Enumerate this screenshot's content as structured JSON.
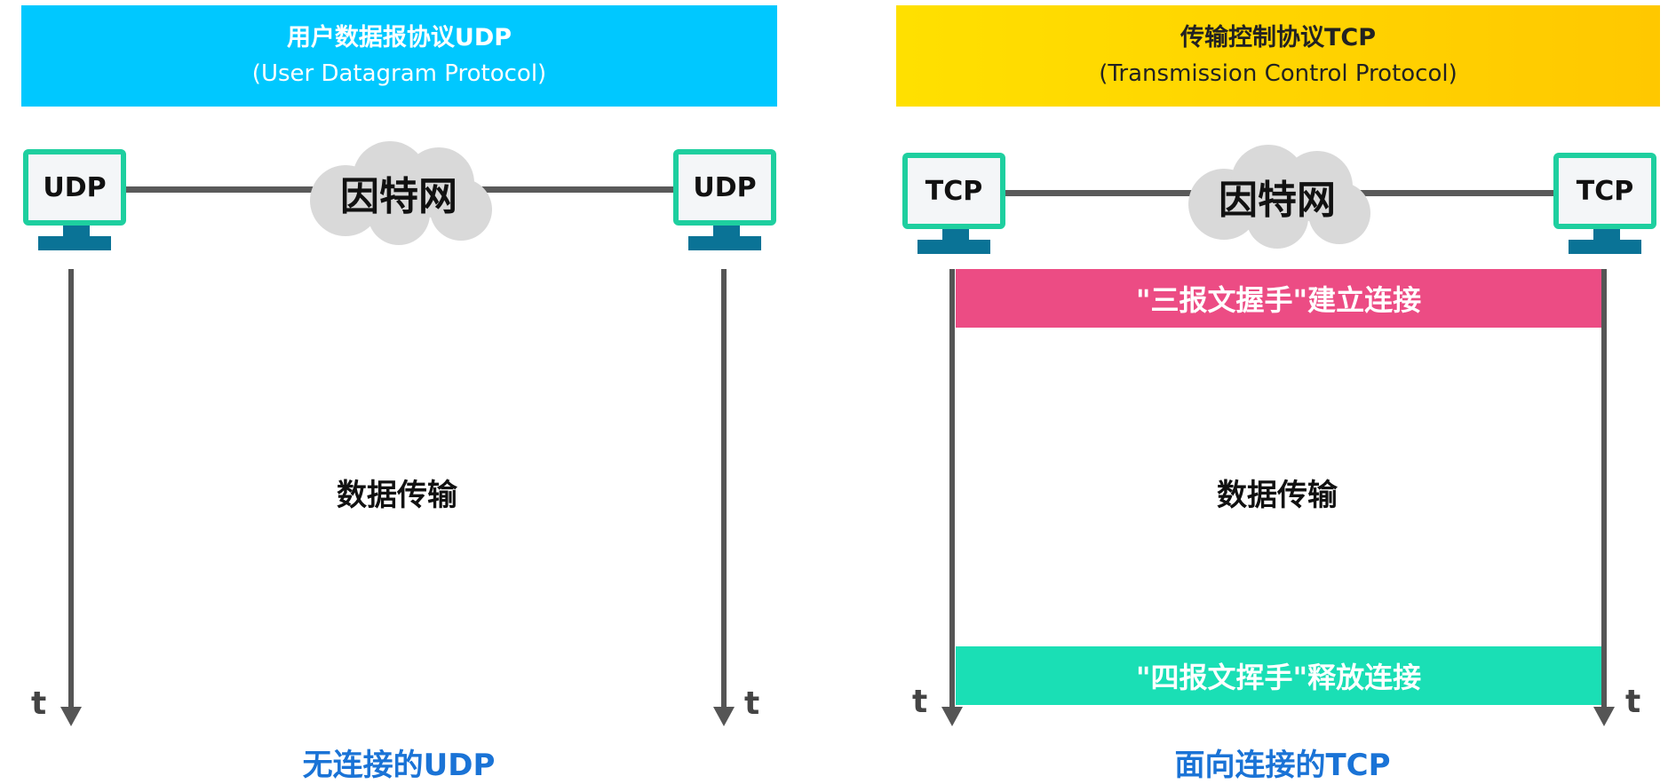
{
  "udp": {
    "title": "用户数据报协议UDP",
    "subtitle": "(User Datagram Protocol)",
    "host_label": "UDP",
    "internet_label": "因特网",
    "time_label": "t",
    "middle_text": "数据传输",
    "caption": "无连接的UDP",
    "banner_color": "#00c8ff"
  },
  "tcp": {
    "title": "传输控制协议TCP",
    "subtitle": "(Transmission Control Protocol)",
    "host_label": "TCP",
    "internet_label": "因特网",
    "time_label": "t",
    "middle_text": "数据传输",
    "handshake": "\"三报文握手\"建立连接",
    "wave": "\"四报文挥手\"释放连接",
    "caption": "面向连接的TCP",
    "banner_color": "#ffd400",
    "handshake_color": "#ec4c84",
    "wave_color": "#1adfb5"
  }
}
